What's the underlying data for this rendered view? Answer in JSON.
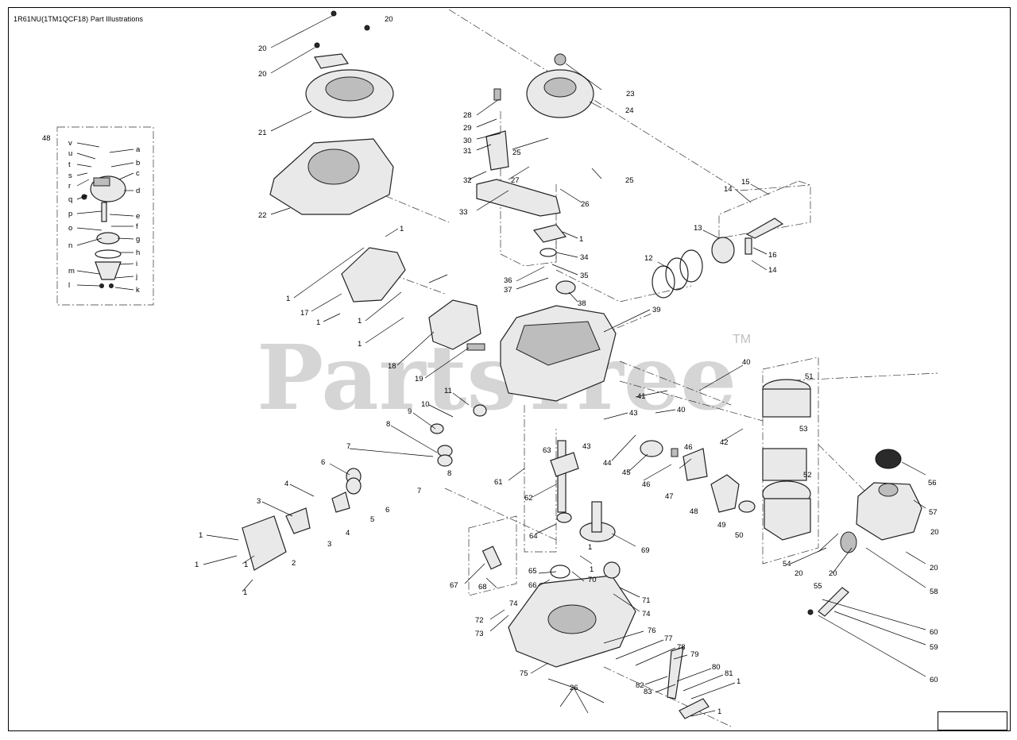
{
  "title": "1R61NU(1TM1QCF18)  Part Illustrations",
  "watermark": "PartsTree",
  "trademark": "TM",
  "inset": {
    "number": "48",
    "left_letters": [
      "v",
      "u",
      "t",
      "s",
      "r",
      "q",
      "p",
      "o",
      "n",
      "m",
      "l"
    ],
    "right_letters": [
      "a",
      "b",
      "c",
      "d",
      "e",
      "f",
      "g",
      "h",
      "i",
      "j",
      "k"
    ]
  },
  "callouts": [
    "20",
    "20",
    "20",
    "21",
    "22",
    "1",
    "17",
    "1",
    "1",
    "1",
    "1",
    "18",
    "19",
    "28",
    "29",
    "30",
    "31",
    "32",
    "33",
    "23",
    "24",
    "25",
    "27",
    "25",
    "26",
    "1",
    "34",
    "35",
    "36",
    "37",
    "38",
    "39",
    "12",
    "13",
    "14",
    "15",
    "16",
    "14",
    "40",
    "41",
    "40",
    "42",
    "51",
    "53",
    "52",
    "11",
    "10",
    "9",
    "8",
    "8",
    "7",
    "7",
    "6",
    "6",
    "5",
    "4",
    "4",
    "3",
    "3",
    "1",
    "2",
    "1",
    "1",
    "1",
    "43",
    "43",
    "44",
    "45",
    "46",
    "46",
    "47",
    "48",
    "49",
    "50",
    "63",
    "61",
    "62",
    "64",
    "69",
    "56",
    "57",
    "20",
    "20",
    "54",
    "20",
    "20",
    "55",
    "58",
    "1",
    "1",
    "70",
    "65",
    "66",
    "71",
    "74",
    "74",
    "67",
    "68",
    "72",
    "73",
    "76",
    "77",
    "78",
    "79",
    "80",
    "81",
    "1",
    "1",
    "82",
    "83",
    "75",
    "26",
    "60",
    "59",
    "60"
  ]
}
